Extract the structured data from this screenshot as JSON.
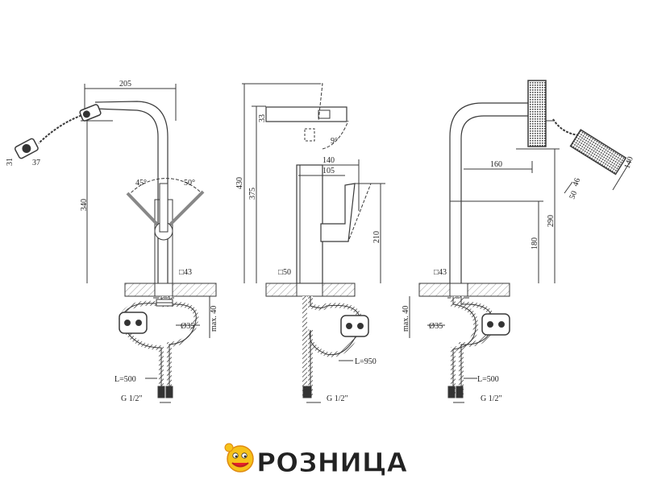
{
  "colors": {
    "line": "#3a3a3a",
    "hatch": "#9a9a9a",
    "logo_red": "#e8202a",
    "logo_yellow": "#f6c21a",
    "logo_outline": "#ffffff"
  },
  "view_left": {
    "width_label": "205",
    "height_label": "340",
    "angle_left": "45°",
    "angle_right": "50°",
    "head_w": "37",
    "head_h": "31",
    "base_label": "□43",
    "hole_label": "Ø35",
    "max_label": "max. 40",
    "hose_label": "L=500",
    "thread_label": "G 1/2\""
  },
  "view_side": {
    "total_label": "430",
    "spout_label": "375",
    "head_h": "33",
    "angle_label": "9°",
    "reach_a": "140",
    "reach_b": "105",
    "lever_label": "210",
    "base_label": "□50",
    "hose_label": "L=950",
    "thread_label": "G 1/2\""
  },
  "view_right": {
    "reach_label": "160",
    "height_label": "290",
    "body_label": "180",
    "head_len": "140",
    "head_w": "46",
    "head_d": "50",
    "base_label": "□43",
    "hole_label": "Ø35",
    "max_label": "max. 40",
    "hose_label": "L=500",
    "thread_label": "G 1/2\""
  },
  "logo": {
    "text": "РОЗНИЦА",
    "mascot": "smiling-ball-mascot-icon"
  }
}
